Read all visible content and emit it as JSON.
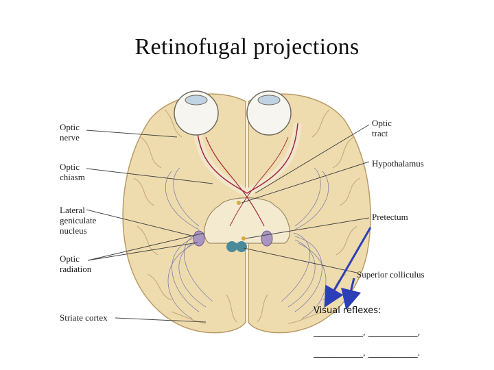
{
  "slide": {
    "title": "Retinofugal projections"
  },
  "labels": {
    "optic_nerve": [
      "Optic",
      "nerve"
    ],
    "optic_chiasm": [
      "Optic",
      "chiasm"
    ],
    "lateral_geniculate": [
      "Lateral",
      "geniculate",
      "nucleus"
    ],
    "optic_radiation": [
      "Optic",
      "radiation"
    ],
    "striate_cortex": "Striate cortex",
    "optic_tract": [
      "Optic",
      "tract"
    ],
    "hypothalamus": "Hypothalamus",
    "pretectum": "Pretectum",
    "superior_colliculus": "Superior colliculus"
  },
  "notes": {
    "visual_reflexes": "Visual reflexes:",
    "blank_line_1": "____________, ____________,",
    "blank_line_2": "____________, ____________."
  },
  "colors": {
    "brain": "#efdcae",
    "arrow": "#2b3fb8",
    "pathway": "#a0283c"
  }
}
